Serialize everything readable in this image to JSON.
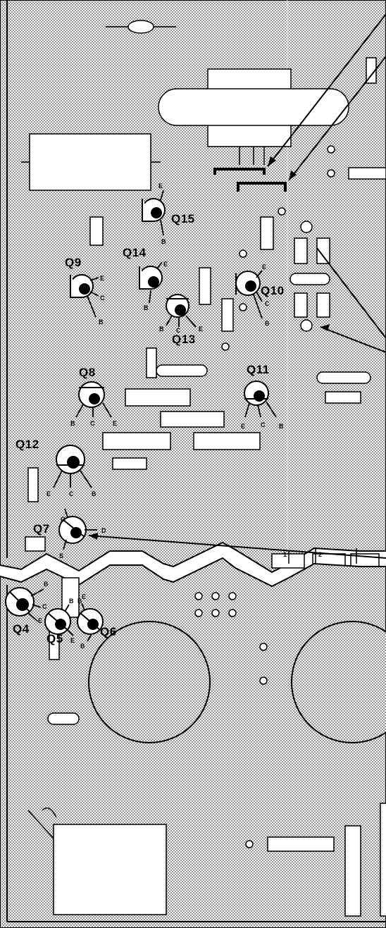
{
  "diagram": {
    "transistors": [
      {
        "id": "q15",
        "label": "Q15",
        "pins": [
          "E",
          "B"
        ]
      },
      {
        "id": "q14",
        "label": "Q14",
        "pins": [
          "E",
          "B"
        ]
      },
      {
        "id": "q9",
        "label": "Q9",
        "pins": [
          "E",
          "C",
          "B"
        ]
      },
      {
        "id": "q13",
        "label": "Q13",
        "pins": [
          "B",
          "C",
          "E"
        ]
      },
      {
        "id": "q10",
        "label": "Q10",
        "pins": [
          "E",
          "C",
          "B"
        ]
      },
      {
        "id": "q8",
        "label": "Q8",
        "pins": [
          "B",
          "C",
          "E"
        ]
      },
      {
        "id": "q11",
        "label": "Q11",
        "pins": [
          "E",
          "C",
          "B"
        ]
      },
      {
        "id": "q12",
        "label": "Q12",
        "pins": [
          "E",
          "C",
          "B"
        ]
      },
      {
        "id": "q7",
        "label": "Q7",
        "pins": [
          "G",
          "D",
          "S"
        ]
      },
      {
        "id": "q4",
        "label": "Q4",
        "pins": [
          "B",
          "C",
          "E"
        ]
      },
      {
        "id": "q5",
        "label": "Q5",
        "pins": [
          "B",
          "E"
        ]
      },
      {
        "id": "q6",
        "label": "Q6",
        "pins": [
          "B",
          "E",
          "B"
        ]
      }
    ],
    "connector_pins": [
      "1",
      "2"
    ]
  }
}
